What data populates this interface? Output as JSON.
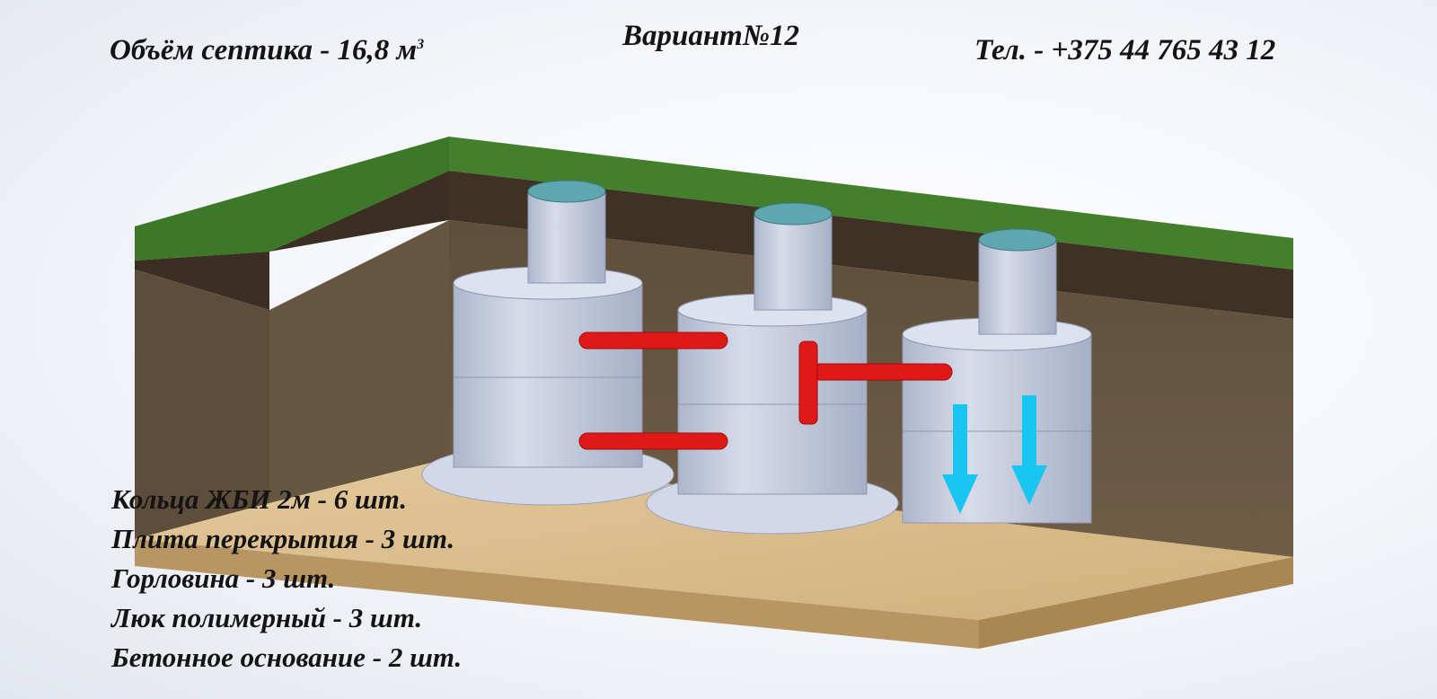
{
  "header": {
    "volume_label": "Объём септика - 16,8 м",
    "volume_unit_sup": "3",
    "variant": "Вариант№12",
    "phone": "Тел. - +375 44 765 43 12"
  },
  "specs": [
    "Кольца ЖБИ 2м - 6 шт.",
    "Плита перекрытия - 3 шт.",
    "Горловина - 3 шт.",
    "Люк полимерный - 3 шт.",
    "Бетонное основание - 2 шт."
  ],
  "colors": {
    "grass": "#3f7a2a",
    "topsoil": "#3e3225",
    "soil": "#6b5a44",
    "sand": "#d8bb8a",
    "concrete": "#c8cfe2",
    "pipe": "#e01818",
    "hatch": "#5fa7b0",
    "flow_arrow": "#19c6f2"
  },
  "icons": [
    "septic-chamber-icon",
    "manhole-hatch-icon",
    "pipe-icon",
    "flow-arrow-icon"
  ]
}
